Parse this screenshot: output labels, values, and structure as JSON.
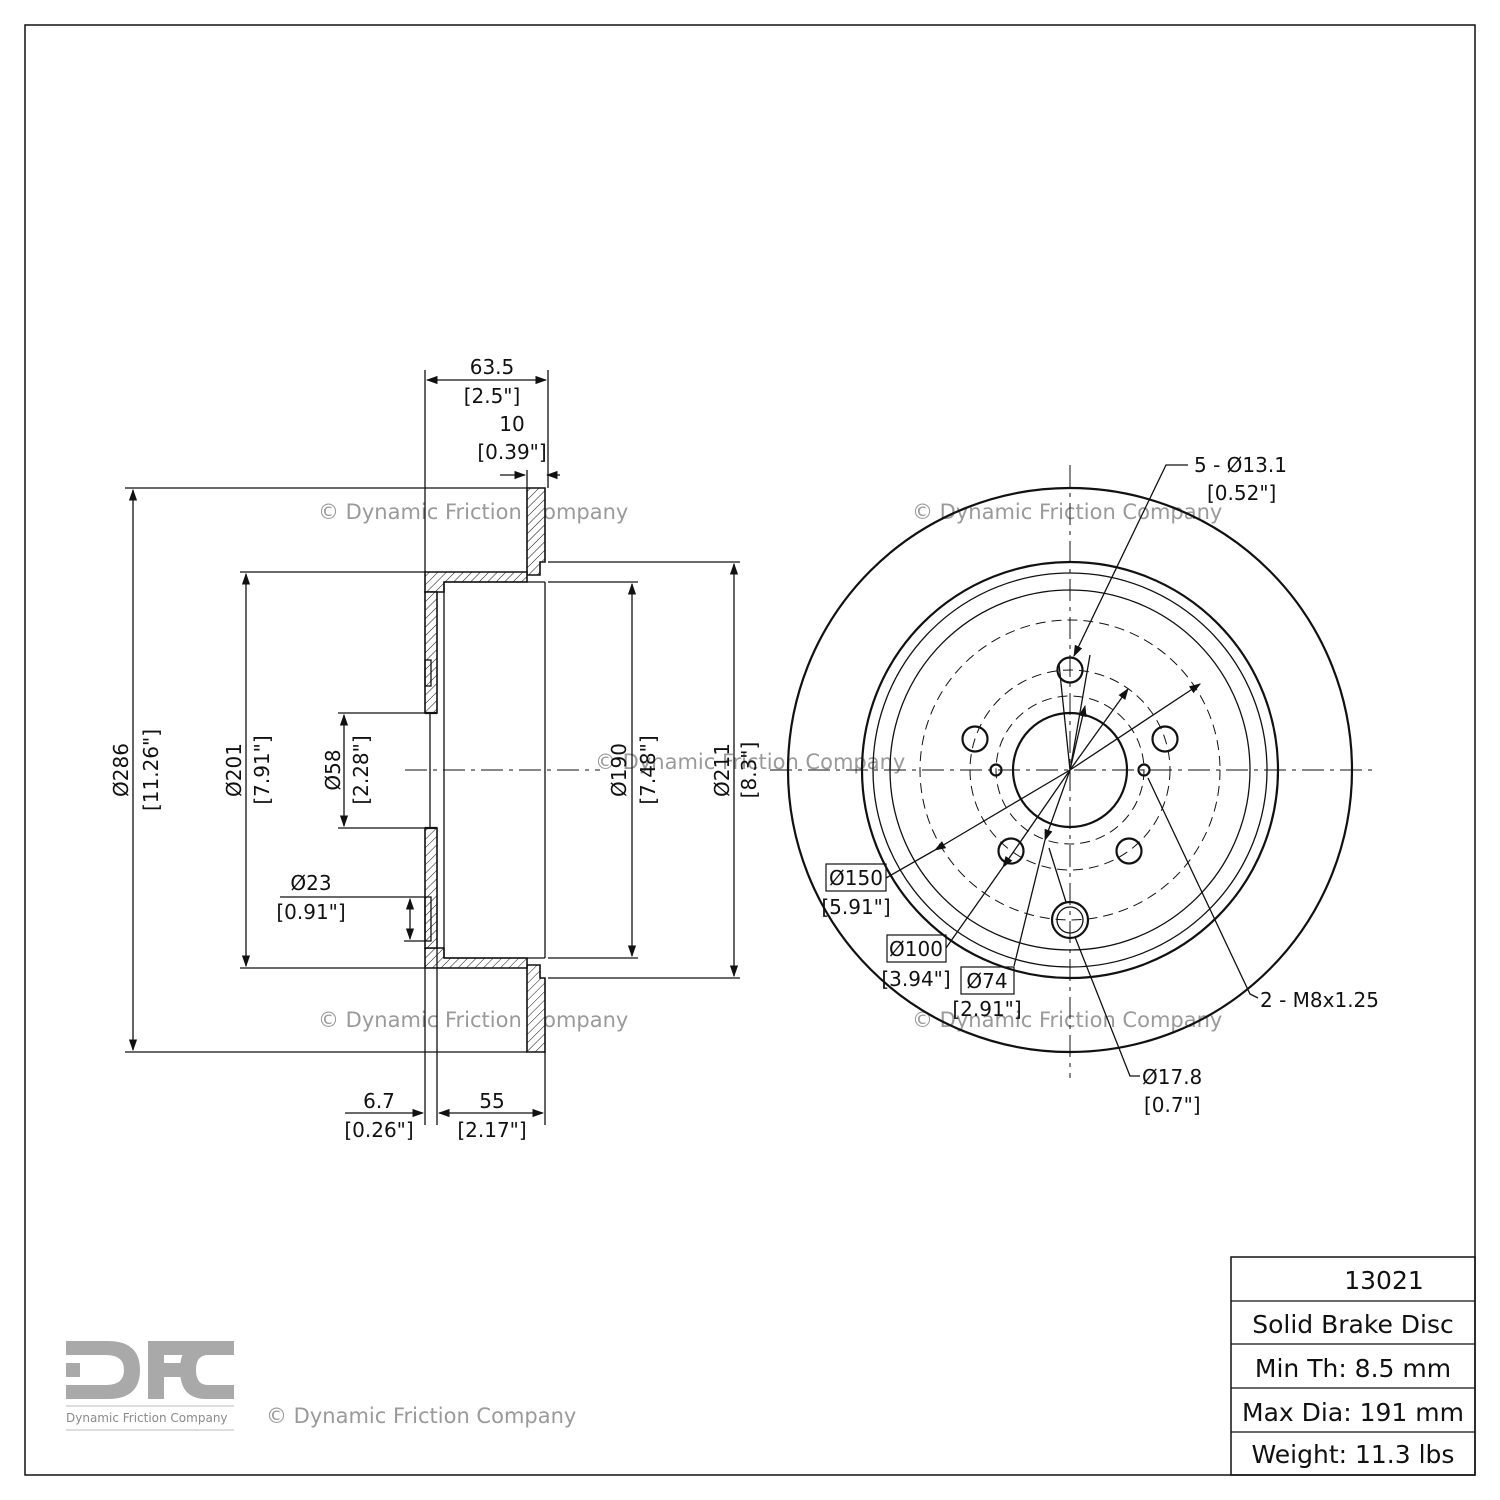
{
  "watermark": "© Dynamic Friction Company",
  "logo": {
    "letters": "DFC",
    "subtitle": "Dynamic Friction Company"
  },
  "title_block": {
    "part_number": "13021",
    "description": "Solid Brake Disc",
    "min_thickness": "Min Th: 8.5 mm",
    "max_diameter": "Max Dia: 191 mm",
    "weight": "Weight: 11.3 lbs"
  },
  "side_view": {
    "overall_width": {
      "mm": "63.5",
      "in": "[2.5\"]"
    },
    "rotor_thickness": {
      "mm": "10",
      "in": "[0.39\"]"
    },
    "outer_diameter": {
      "mm": "Ø286",
      "in": "[11.26\"]"
    },
    "hat_diameter": {
      "mm": "Ø201",
      "in": "[7.91\"]"
    },
    "center_bore": {
      "mm": "Ø58",
      "in": "[2.28\"]"
    },
    "drum_inner": {
      "mm": "Ø190",
      "in": "[7.48\"]"
    },
    "drum_outer": {
      "mm": "Ø211",
      "in": "[8.3\"]"
    },
    "hole_step": {
      "mm": "Ø23",
      "in": "[0.91\"]"
    },
    "hub_thickness": {
      "mm": "6.7",
      "in": "[0.26\"]"
    },
    "drum_depth": {
      "mm": "55",
      "in": "[2.17\"]"
    }
  },
  "front_view": {
    "bolt_holes": {
      "mm": "5 - Ø13.1",
      "in": "[0.52\"]"
    },
    "pcd_150": {
      "mm": "Ø150",
      "in": "[5.91\"]"
    },
    "pcd_100": {
      "mm": "Ø100",
      "in": "[3.94\"]"
    },
    "pcd_74": {
      "mm": "Ø74",
      "in": "[2.91\"]"
    },
    "threaded": {
      "label": "2 - M8x1.25"
    },
    "small_hole": {
      "mm": "Ø17.8",
      "in": "[0.7\"]"
    }
  }
}
